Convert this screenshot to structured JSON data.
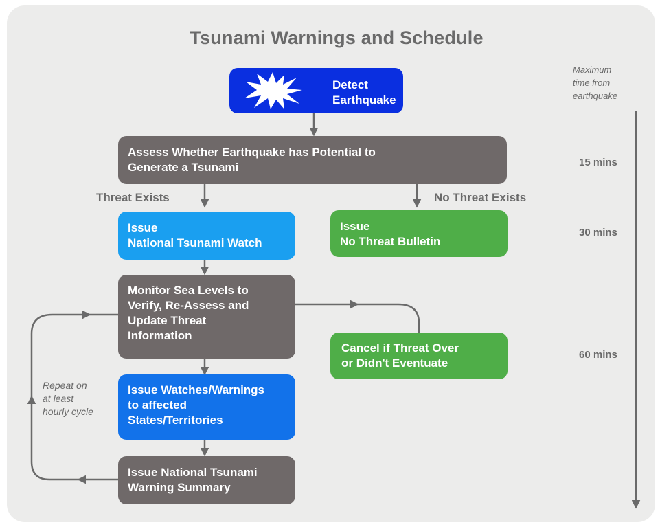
{
  "title": "Tsunami Warnings and Schedule",
  "timeline": {
    "caption": [
      "Maximum",
      "time from",
      "earthquake"
    ],
    "marks": [
      "15 mins",
      "30 mins",
      "60 mins"
    ]
  },
  "nodes": {
    "detect": [
      "Detect",
      "Earthquake"
    ],
    "assess": [
      "Assess Whether Earthquake has Potential to",
      "Generate a Tsunami"
    ],
    "watch": [
      "Issue",
      "National Tsunami Watch"
    ],
    "no_threat": [
      "Issue",
      "No Threat Bulletin"
    ],
    "monitor": [
      "Monitor Sea Levels to",
      "Verify, Re-Assess and",
      "Update Threat",
      "Information"
    ],
    "cancel": [
      "Cancel if Threat Over",
      "or Didn't Eventuate"
    ],
    "warnings": [
      "Issue Watches/Warnings",
      "to affected",
      "States/Territories"
    ],
    "summary": [
      "Issue National Tsunami",
      "Warning Summary"
    ]
  },
  "branch_labels": {
    "threat": "Threat Exists",
    "no_threat": "No Threat Exists"
  },
  "loop_note": [
    "Repeat on",
    "at least",
    "hourly cycle"
  ],
  "colors": {
    "background": "#ececeb",
    "dark_box": "#6f6969",
    "green_box": "#4fae48",
    "watch_box": "#1a9ff0",
    "warning_box": "#1272ea",
    "detect_box": "#0a2fe0",
    "text_gray": "#6a6a6a",
    "connector": "#6a6a6a"
  }
}
